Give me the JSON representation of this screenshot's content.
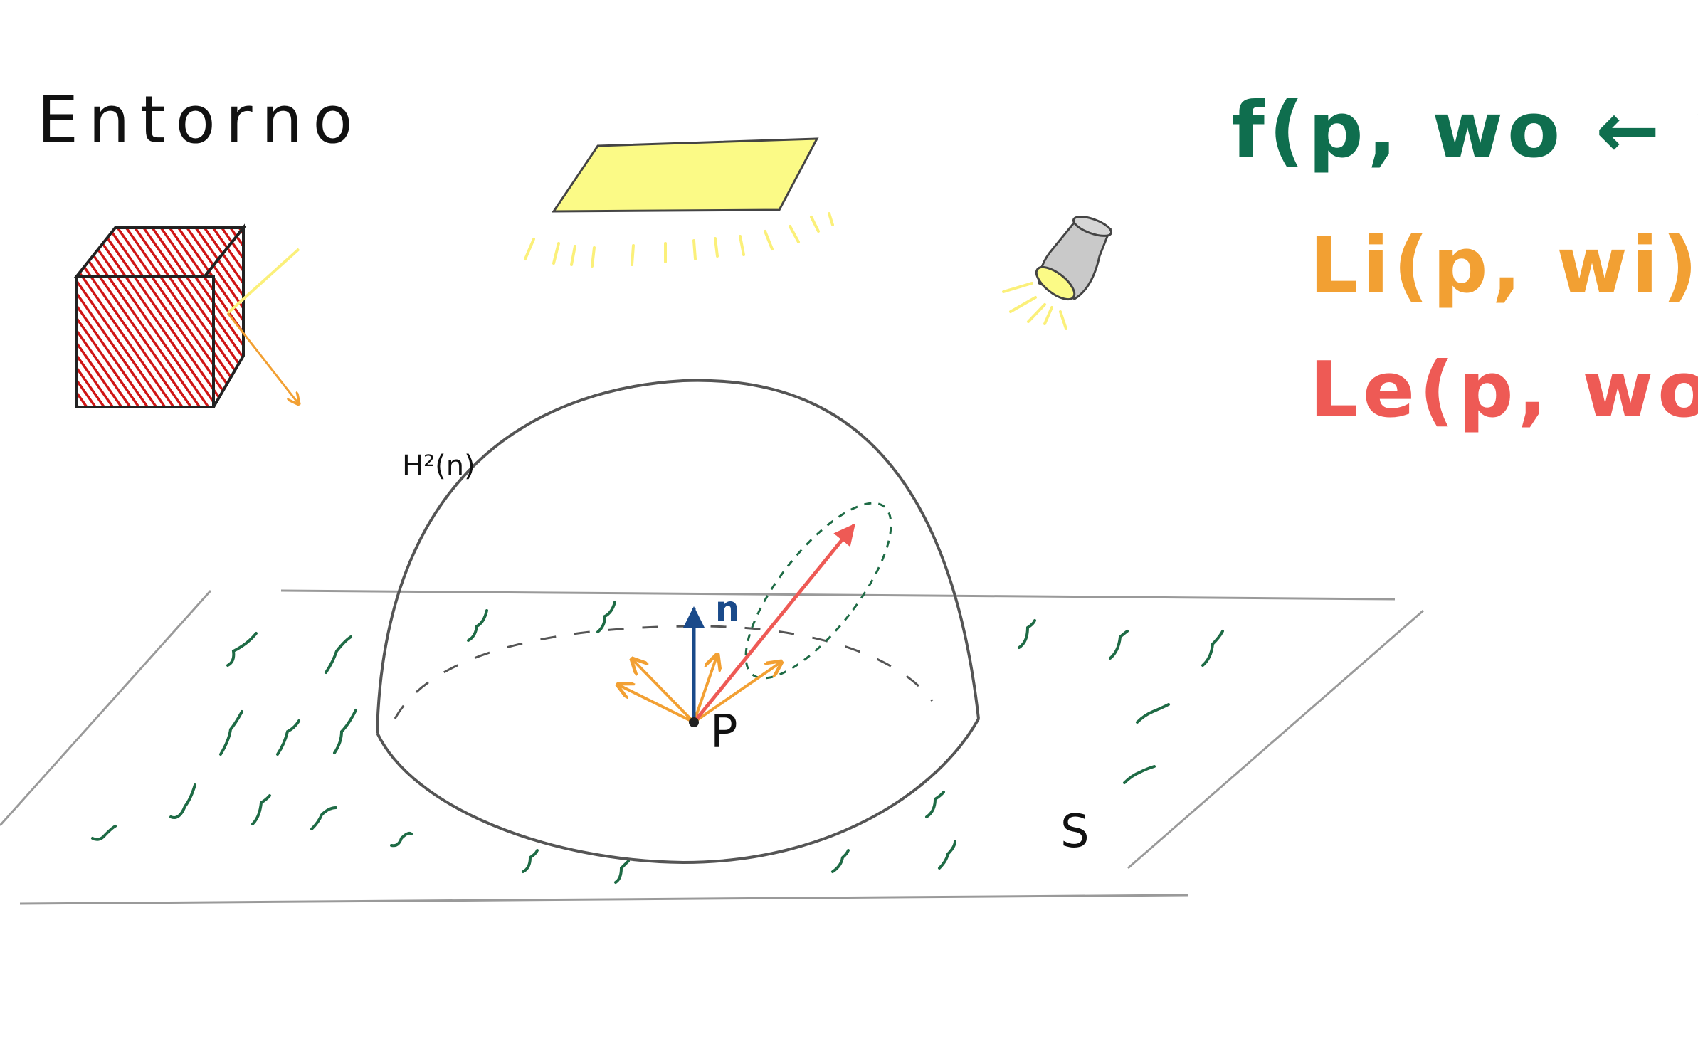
{
  "title": "Entorno",
  "equations": {
    "brdf": "f(p, wo ← wi)",
    "incoming": "Li(p, wi)",
    "emitted": "Le(p, wo)"
  },
  "labels": {
    "hemisphere": "H²(n)",
    "normal": "n",
    "point": "P",
    "surface": "S"
  },
  "colors": {
    "brdf": "#0f6e4e",
    "incoming": "#f2a033",
    "emitted": "#ee5a55",
    "normal": "#1a4a8a",
    "cube_fill": "#d01515",
    "area_light": "#fbfa86",
    "spot_light": "#c9c9c9",
    "grass": "#1e6b45",
    "outline": "#555555"
  },
  "icons": [
    "area-light-icon",
    "spot-light-icon",
    "cube-icon",
    "grass-marks"
  ]
}
